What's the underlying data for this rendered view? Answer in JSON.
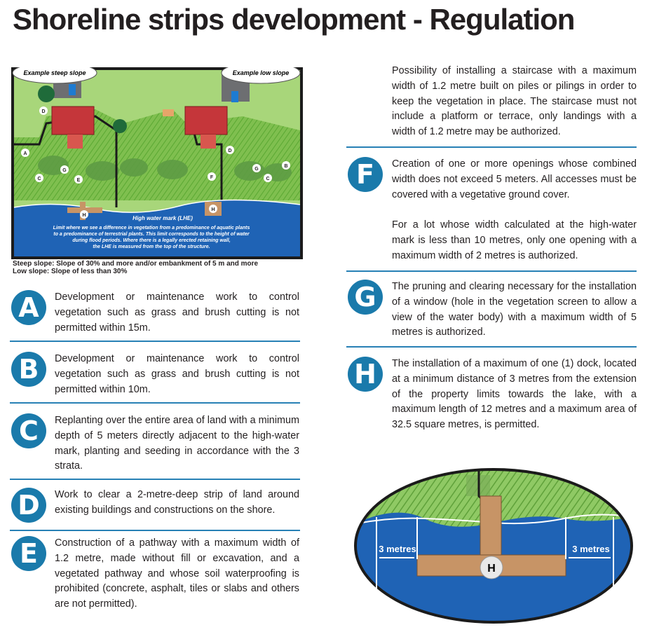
{
  "title": "Shoreline strips development - Regulation",
  "diagram": {
    "label_steep": "Example steep slope",
    "label_low": "Example low slope",
    "hwm_title": "High water mark (LHE)",
    "hwm_lines": [
      "Limit where we see a difference in vegetation from a predominance of aquatic plants",
      "to a predominance of terrestrial plants. This limit corresponds to the height of water",
      "during flood periods. Where there is a legally erected retaining wall,",
      "the LHE is measured from the top of the structure."
    ],
    "markers": [
      "A",
      "B",
      "C",
      "C",
      "D",
      "D",
      "E",
      "F",
      "G",
      "G",
      "H",
      "H"
    ]
  },
  "legend": {
    "steep": "Steep slope: Slope of 30% and more and/or embankment of 5 m and more",
    "low": "Low slope: Slope of less than 30%"
  },
  "items_left": [
    {
      "letter": "A",
      "text": "Development or maintenance work to control vegetation such as grass and brush cutting is not permitted within 15m."
    },
    {
      "letter": "B",
      "text": "Development or maintenance work to control vegetation such as grass and brush cutting is not permitted within 10m."
    },
    {
      "letter": "C",
      "text": "Replanting over the entire area of land with a minimum depth of 5 meters directly adjacent to the high-water mark, planting and seeding in accordance with the 3 strata."
    },
    {
      "letter": "D",
      "text": "Work to clear a 2-metre-deep strip of land around existing buildings and constructions on the shore."
    },
    {
      "letter": "E",
      "text": "Construction of a pathway with a maximum width of 1.2 metre, made without fill or excavation, and a vegetated pathway and whose soil waterproofing is prohibited (concrete, asphalt, tiles or slabs and others are not permitted)."
    }
  ],
  "right_intro": "Possibility of installing a staircase with a maximum width of 1.2 metre built on piles or pilings in order to keep the vegetation in place. The staircase must not include a platform or terrace, only landings with a width of 1.2 metre may be authorized.",
  "items_right": [
    {
      "letter": "F",
      "text": "Creation of one or more openings whose combined width does not exceed 5 meters. All accesses must be covered with a vegetative ground cover.",
      "text2": "For a lot whose width calculated at the high-water mark is less than 10 metres, only one opening with a maximum width of 2 metres is authorized."
    },
    {
      "letter": "G",
      "text": "The pruning and clearing necessary for the installation of a window (hole in the vegetation screen to allow a view of the water body) with a maximum width of 5 metres is authorized."
    },
    {
      "letter": "H",
      "text": "The installation of a maximum of one (1) dock, located at a minimum distance of 3 metres from the extension of the property limits towards the lake, with a maximum length of 12 metres and a maximum area of 32.5 square metres, is permitted."
    }
  ],
  "dock": {
    "left_label": "3 metres",
    "right_label": "3 metres",
    "marker": "H"
  },
  "colors": {
    "badge": "#1a7aab",
    "rule": "#2780b5",
    "water": "#1f63b5",
    "grass": "#8fc964"
  }
}
